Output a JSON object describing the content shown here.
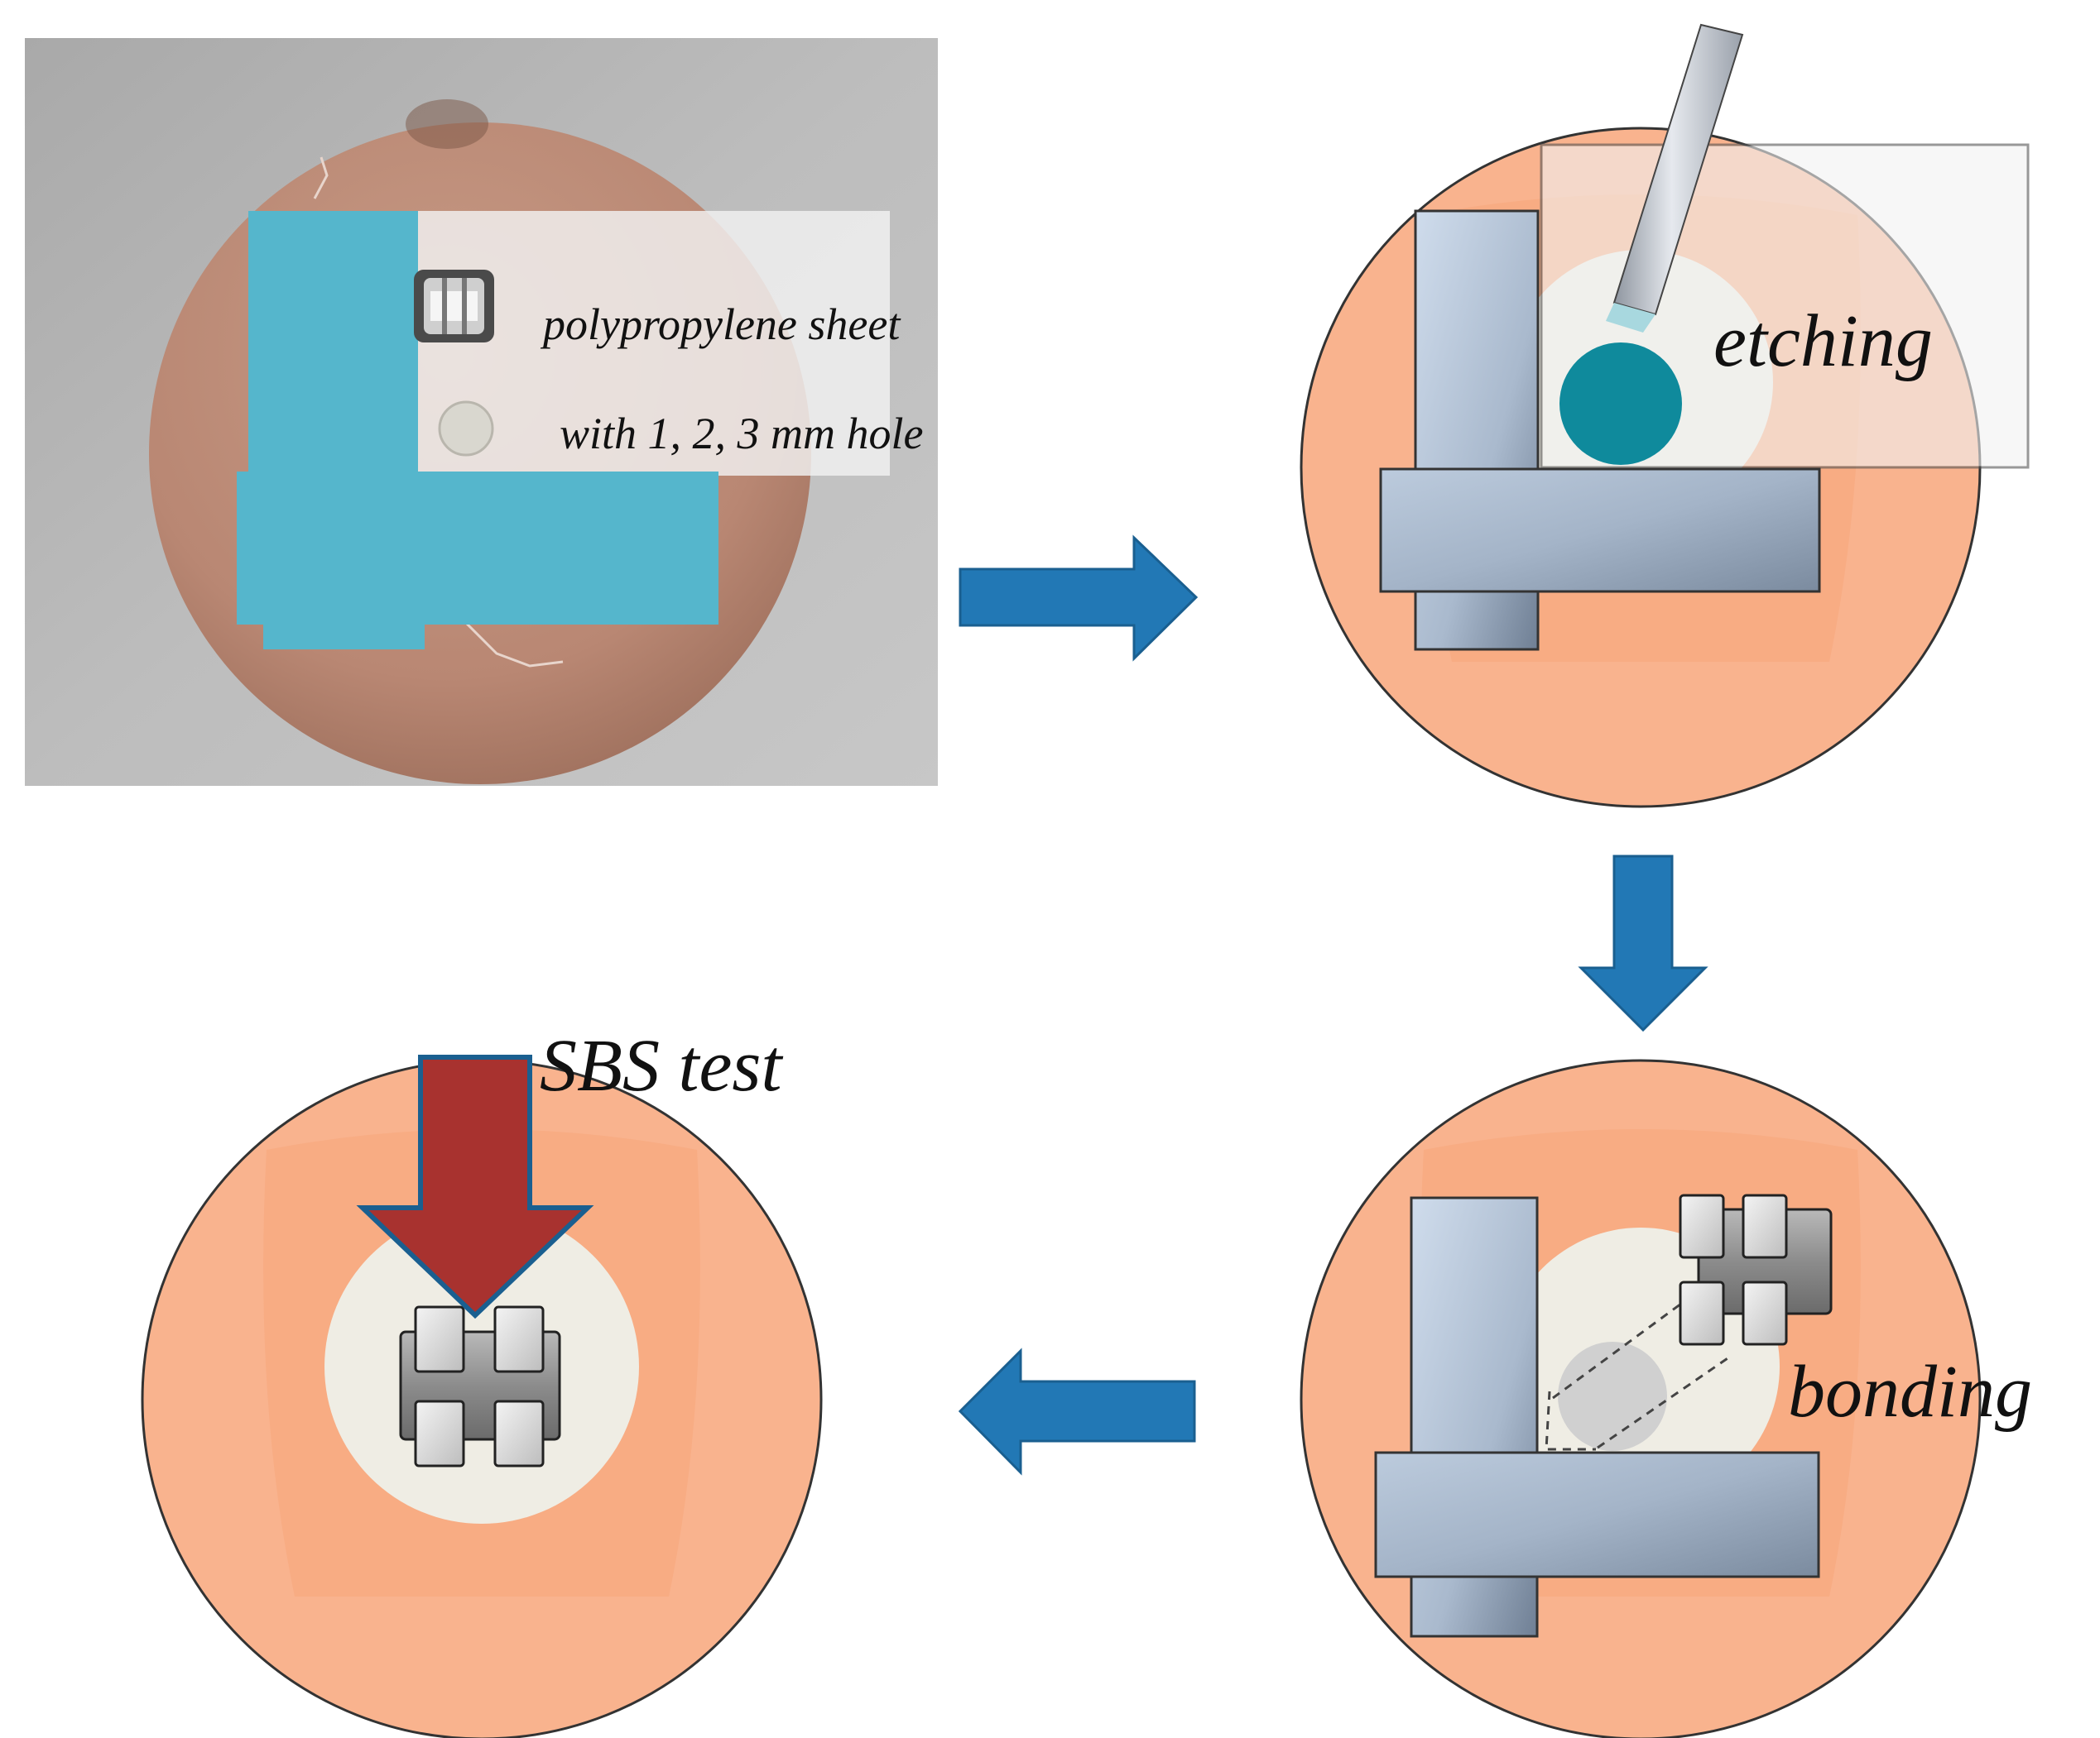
{
  "photo": {
    "sheet_label_line1": "polypropylene sheet",
    "sheet_label_line2": "with 1, 2, 3 mm hole"
  },
  "steps": {
    "etching": {
      "label": "etching"
    },
    "bonding": {
      "label": "bonding"
    },
    "sbs": {
      "label": "SBS test"
    }
  },
  "colors": {
    "arrow_blue": "#2278b5",
    "force_arrow_red": "#a8322f",
    "resin_orange": "#f9b38e",
    "enamel": "#efede4",
    "tape_blue": "#55b6cc",
    "etchant_teal": "#0f8a9c",
    "holder_steel": "#b3c3d7"
  }
}
